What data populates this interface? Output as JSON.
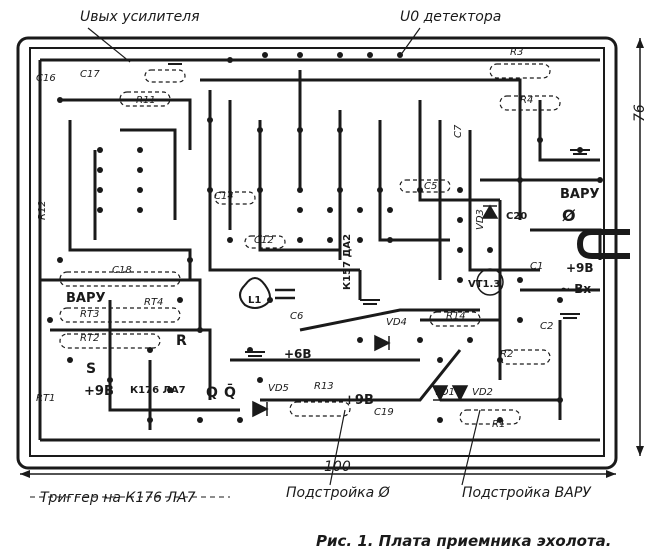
{
  "top_labels": {
    "amp_output": "Uвых усилителя",
    "detector": "U0 детектора"
  },
  "dimensions": {
    "width": "100",
    "height": "76"
  },
  "bottom_labels": {
    "trigger": "Триггер на К176 ЛА7",
    "tuning_zero": "Подстройка Ø",
    "tuning_varu": "Подстройка ВАРУ"
  },
  "caption": "Рис. 1. Плата приемника эхолота.",
  "board_labels": {
    "varu_right": "ВАРУ",
    "varu_left": "ВАРУ",
    "plus9_right": "+9В",
    "input": "~ Вх",
    "plus6": "+6В",
    "plus9_left": "+9В",
    "plus9_bottom": "+9В",
    "chip": "К176 ЛА7",
    "chip2": "К157 ДА2",
    "S": "S",
    "R": "R",
    "Q": "Q",
    "Qbar": "Q̄",
    "zero_sym": "Ø"
  },
  "components": {
    "R3": "R3",
    "R4": "R4",
    "R11": "R11",
    "R12": "R12",
    "R13": "R13",
    "R14": "R14",
    "R1": "R1",
    "R2": "R2",
    "RT1": "RT1",
    "RT2": "RT2",
    "RT3": "RT3",
    "RT4": "RT4",
    "C1": "C1",
    "C2": "C2",
    "C5": "C5",
    "C6": "C6",
    "C7": "C7",
    "C12": "C12",
    "C14": "C14",
    "C16": "C16",
    "C17": "C17",
    "C18": "C18",
    "C19": "C19",
    "C20": "C20",
    "L1": "L1",
    "VD1": "VD1",
    "VD2": "VD2",
    "VD3": "VD3",
    "VD4": "VD4",
    "VD5": "VD5",
    "VT1_3": "VT1.3"
  },
  "colors": {
    "ink": "#1a1a1a",
    "paper": "#ffffff",
    "trace_fill": "#d8d8d8"
  }
}
